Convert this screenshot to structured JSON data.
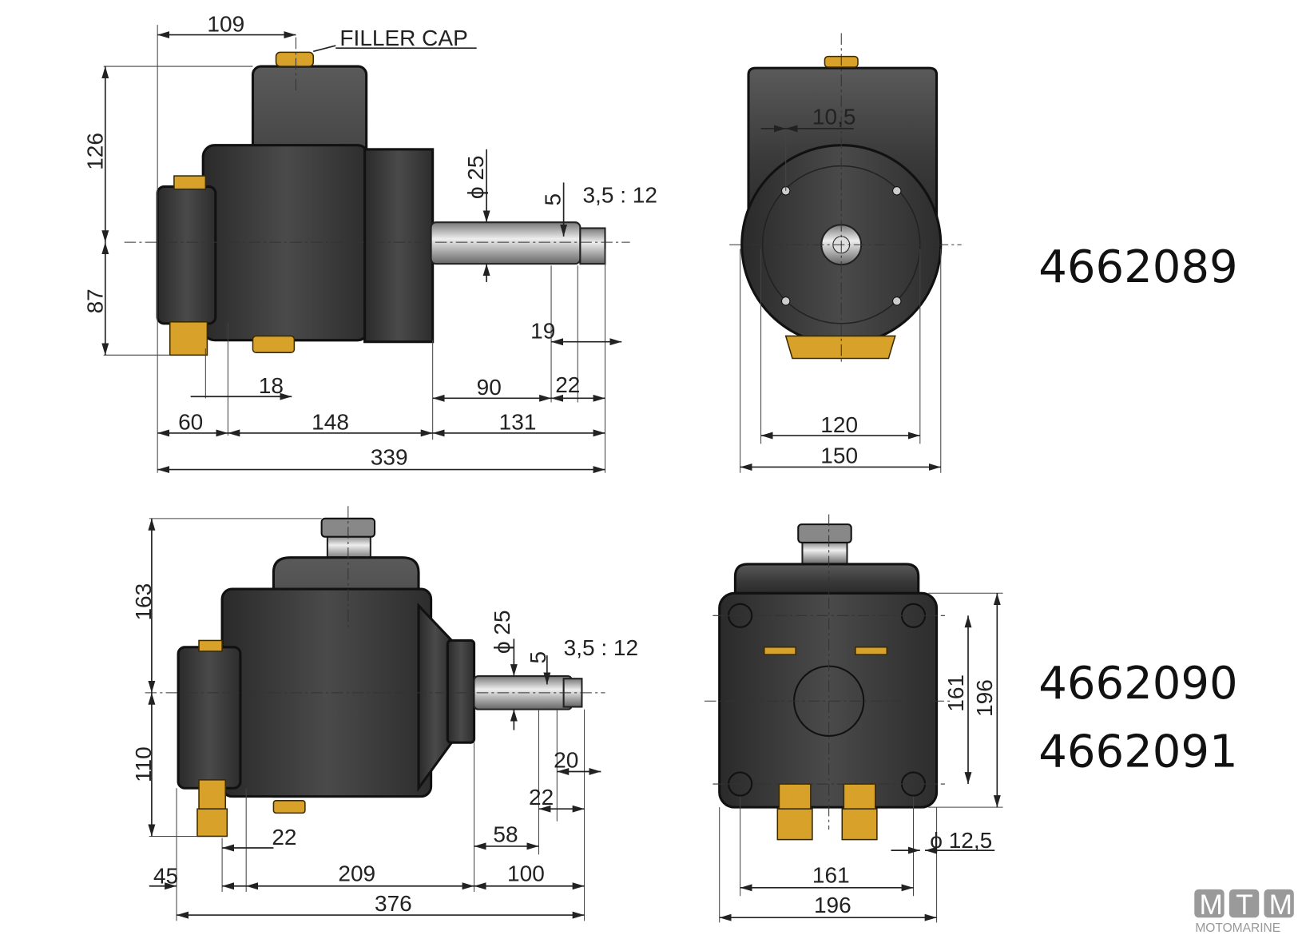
{
  "views": {
    "side_top": {
      "d109": "109",
      "filler_cap": "FILLER CAP",
      "d126": "126",
      "d87": "87",
      "phi25": "ϕ 25",
      "d5": "5",
      "taper": "3,5 : 12",
      "d19": "19",
      "d22": "22",
      "d90": "90",
      "d18": "18",
      "d60": "60",
      "d148": "148",
      "d131": "131",
      "d339": "339"
    },
    "front_top": {
      "d10_5": "10,5",
      "d120": "120",
      "d150": "150"
    },
    "side_bottom": {
      "d163": "163",
      "d110": "110",
      "phi25": "ϕ 25",
      "d5": "5",
      "taper": "3,5 : 12",
      "d20": "20",
      "d22a": "22",
      "d58": "58",
      "d22b": "22",
      "d100": "100",
      "d45": "45",
      "d209": "209",
      "d376": "376"
    },
    "front_bottom": {
      "d161v": "161",
      "d196v": "196",
      "phi12_5": "ϕ 12,5",
      "d161h": "161",
      "d196h": "196"
    }
  },
  "part_numbers": [
    "4662089",
    "4662090",
    "4662091"
  ],
  "logo": {
    "letters": [
      "M",
      "T",
      "M"
    ],
    "name": "MOTOMARINE"
  },
  "colors": {
    "body": "#3a3a3a",
    "fitting": "#d8a22a"
  }
}
